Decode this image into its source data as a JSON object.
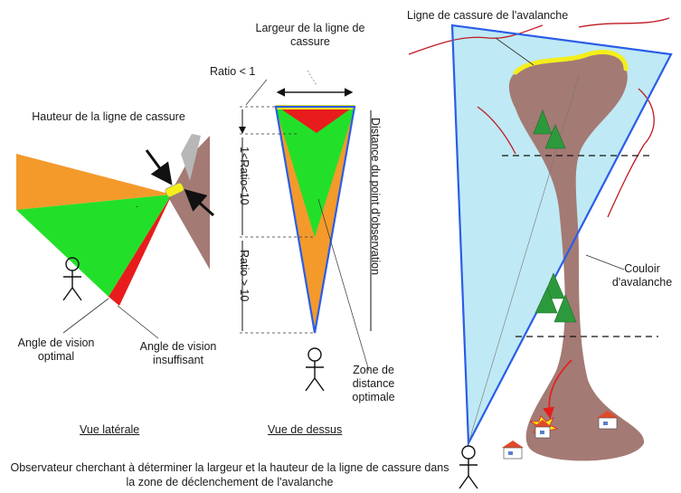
{
  "side_view": {
    "title": "Vue latérale",
    "height_label": "Hauteur de la ligne de cassure",
    "optimal_angle_label": "Angle de vision optimal",
    "insufficient_angle_label": "Angle de vision insuffisant"
  },
  "top_view": {
    "title": "Vue de dessus",
    "width_label": "Largeur de la ligne de cassure",
    "ratio_low": "Ratio < 1",
    "ratio_mid": "1<Ratio<10",
    "ratio_high": "Ratio > 10",
    "distance_label": "Distance du point d'observation",
    "optimal_zone_label": "Zone de distance optimale"
  },
  "map_view": {
    "fracture_line_label": "Ligne de cassure de l'avalanche",
    "couloir_label": "Couloir d'avalanche"
  },
  "caption": "Observateur cherchant à déterminer la largeur et la hauteur de la ligne de cassure dans la zone de déclenchement de l'avalanche",
  "colors": {
    "orange": "#f39a2b",
    "green": "#22e02a",
    "red": "#e81c1c",
    "yellow": "#f4ef1a",
    "rock": "#a47a74",
    "couloir": "#a47a74",
    "sky_zone": "#bfe9f4",
    "blue_outline": "#2a5de8",
    "tree": "#2c9a3c"
  }
}
